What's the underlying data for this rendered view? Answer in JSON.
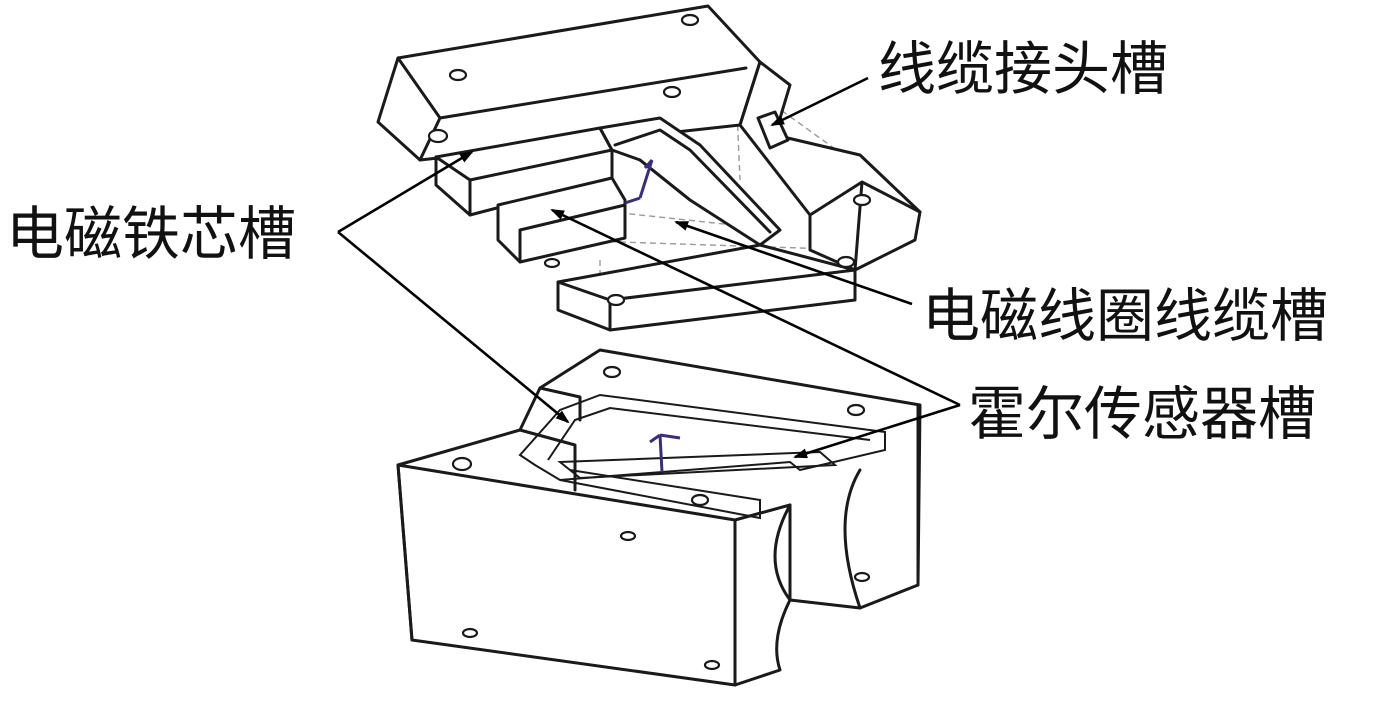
{
  "labels": {
    "cable_joint_slot": "线缆接头槽",
    "core_slot": "电磁铁芯槽",
    "coil_cable_slot": "电磁线圈线缆槽",
    "hall_sensor_slot": "霍尔传感器槽"
  },
  "colors": {
    "line": "#1a1a1a",
    "hidden_line": "#9a9a9a",
    "axis_marker": "#3a2f7a",
    "background": "#ffffff"
  }
}
